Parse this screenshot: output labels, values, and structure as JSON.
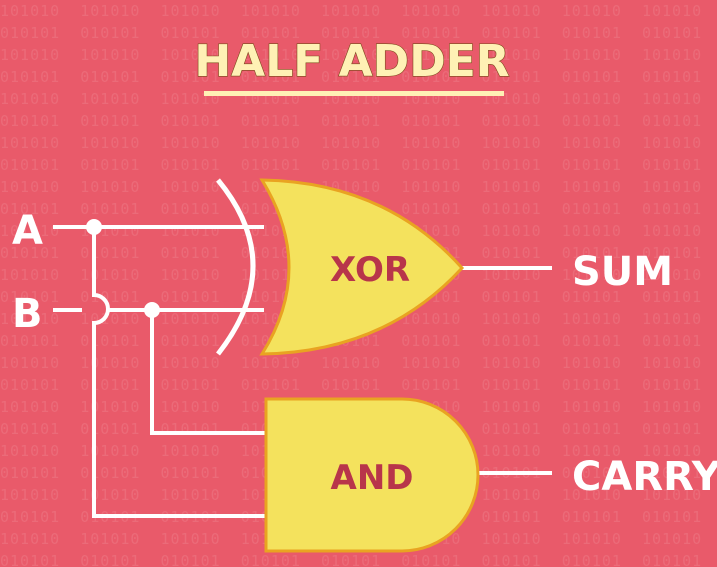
{
  "title": "HALF ADDER",
  "inputs": {
    "a": "A",
    "b": "B"
  },
  "gates": {
    "xor": "XOR",
    "and": "AND"
  },
  "outputs": {
    "sum": "SUM",
    "carry": "CARRY"
  },
  "background_pattern": "101010",
  "colors": {
    "background": "#e95a6a",
    "gate_fill": "#f4e25d",
    "gate_outline": "#e9a321",
    "gate_text": "#b8354a",
    "title_text": "#fff1b5",
    "wire": "#ffffff"
  }
}
